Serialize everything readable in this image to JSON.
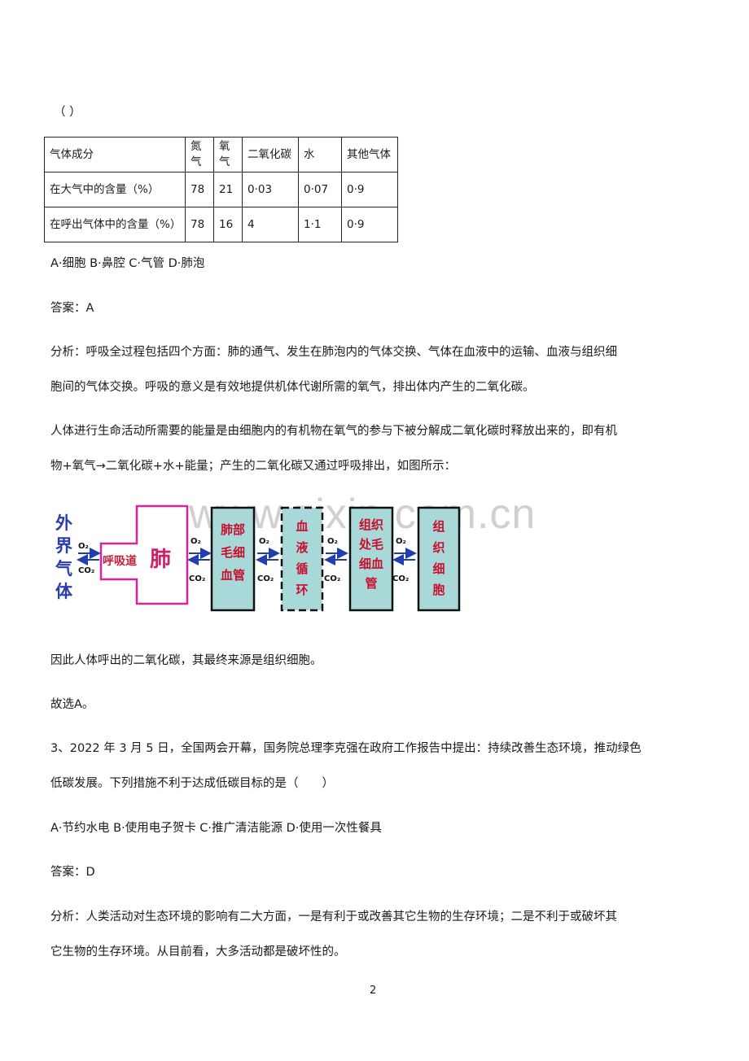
{
  "top_paren": "（ ）",
  "table": {
    "header": [
      "气体成分",
      "氮气",
      "氧气",
      "二氧化碳",
      "水",
      "其他气体"
    ],
    "rows": [
      [
        "在大气中的含量（%）",
        "78",
        "21",
        "0·03",
        "0·07",
        "0·9"
      ],
      [
        "在呼出气体中的含量（%）",
        "78",
        "16",
        "4",
        "1·1",
        "0·9"
      ]
    ]
  },
  "q2": {
    "options": "A·细胞 B·鼻腔 C·气管 D·肺泡",
    "answer": "答案：A",
    "analysis_1": "分析：呼吸全过程包括四个方面：肺的通气、发生在肺泡内的气体交换、气体在血液中的运输、血液与组织细",
    "analysis_2": "胞间的气体交换。呼吸的意义是有效地提供机体代谢所需的氧气，排出体内产生的二氧化碳。",
    "para_1": "人体进行生命活动所需要的能量是由细胞内的有机物在氧气的参与下被分解成二氧化碳时释放出来的，即有机",
    "para_2": "物+氧气→二氧化碳+水+能量；产生的二氧化碳又通过呼吸排出，如图所示：",
    "conclusion": "因此人体呼出的二氧化碳，其最终来源是组织细胞。",
    "choice": "故选A。"
  },
  "diagram": {
    "outer_gas": [
      "外",
      "界",
      "气",
      "体"
    ],
    "airway": "呼吸道",
    "lung": "肺",
    "o2": "O₂",
    "co2": "CO₂",
    "boxes": [
      [
        "肺部",
        "毛细",
        "血管"
      ],
      [
        "血",
        "液",
        "循",
        "环"
      ],
      [
        "组织",
        "处毛",
        "细血",
        "管"
      ],
      [
        "组",
        "织",
        "细",
        "胞"
      ]
    ]
  },
  "watermark": "www.zixin.com.cn",
  "q3": {
    "line_1": "3、2022 年 3 月 5 日，全国两会开幕，国务院总理李克强在政府工作报告中提出：持续改善生态环境，推动绿色",
    "line_2": "低碳发展。下列措施不利于达成低碳目标的是（　　）",
    "options": "A·节约水电 B·使用电子贺卡 C·推广清洁能源 D·使用一次性餐具",
    "answer": "答案：D",
    "analysis_1": "分析：人类活动对生态环境的影响有二大方面，一是有利于或改善其它生物的生存环境；二是不利于或破坏其",
    "analysis_2": "它生物的生存环境。从目前看，大多活动都是破坏性的。"
  },
  "page_number": "2"
}
